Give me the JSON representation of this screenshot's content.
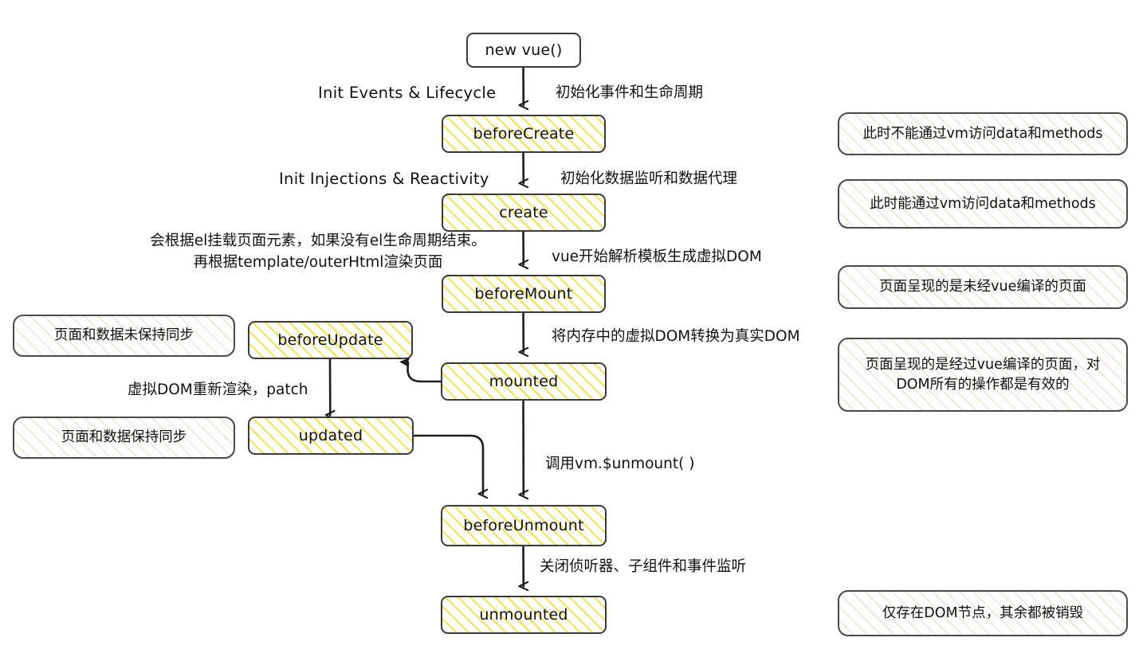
{
  "diagram": {
    "title": "Vue lifecycle flowchart",
    "accent_hatch_color": "#f2e55c",
    "stroke_color": "#3a3a3a",
    "background": "#ffffff"
  },
  "nodes": [
    {
      "id": "new-vue",
      "label": "new vue()",
      "hatched": false
    },
    {
      "id": "before-create",
      "label": "beforeCreate",
      "hatched": true
    },
    {
      "id": "create",
      "label": "create",
      "hatched": true
    },
    {
      "id": "before-mount",
      "label": "beforeMount",
      "hatched": true
    },
    {
      "id": "mounted",
      "label": "mounted",
      "hatched": true
    },
    {
      "id": "before-update",
      "label": "beforeUpdate",
      "hatched": true
    },
    {
      "id": "updated",
      "label": "updated",
      "hatched": true
    },
    {
      "id": "before-unmount",
      "label": "beforeUnmount",
      "hatched": true
    },
    {
      "id": "unmounted",
      "label": "unmounted",
      "hatched": true
    }
  ],
  "edge_labels": {
    "init_events": "Init Events & Lifecycle",
    "init_events_cn": "初始化事件和生命周期",
    "init_injections": "Init Injections & Reactivity",
    "init_injections_cn": "初始化数据监听和数据代理",
    "el_mount_cn": "会根据el挂载页面元素，如果没有el生命周期结束。再根据template/outerHtml渲染页面",
    "parse_template_cn": "vue开始解析模板生成虚拟DOM",
    "vdom_to_dom_cn": "将内存中的虚拟DOM转换为真实DOM",
    "patch_cn": "虚拟DOM重新渲染，patch",
    "unmount_call_cn": "调用vm.$unmount( )",
    "close_watchers_cn": "关闭侦听器、子组件和事件监听"
  },
  "callouts": {
    "left": [
      {
        "id": "page-data-not-synced",
        "text": "页面和数据未保持同步"
      },
      {
        "id": "page-data-synced",
        "text": "页面和数据保持同步"
      }
    ],
    "right": [
      {
        "id": "no-vm-access",
        "text": "此时不能通过vm访问data和methods"
      },
      {
        "id": "vm-access",
        "text": "此时能通过vm访问data和methods"
      },
      {
        "id": "uncompiled-page",
        "text": "页面呈现的是未经vue编译的页面"
      },
      {
        "id": "compiled-page",
        "text": "页面呈现的是经过vue编译的页面，对DOM所有的操作都是有效的"
      },
      {
        "id": "only-dom-remains",
        "text": "仅存在DOM节点，其余都被销毁"
      }
    ]
  }
}
